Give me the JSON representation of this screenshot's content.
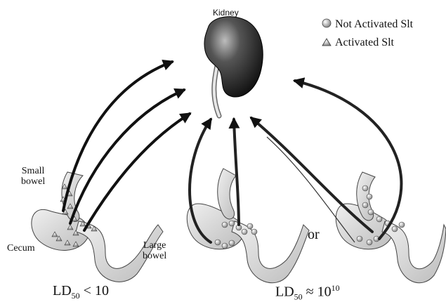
{
  "kidney_label": "Kidney",
  "legend": {
    "not_activated": "Not Activated Slt",
    "activated": "Activated Slt"
  },
  "organ_labels": {
    "small_bowel_line1": "Small",
    "small_bowel_line2": "bowel",
    "cecum": "Cecum",
    "large_bowel_line1": "Large",
    "large_bowel_line2": "bowel"
  },
  "or_text": "or",
  "ld_left": {
    "prefix": "LD",
    "sub": "50",
    "rel": " < 10",
    "sup": ""
  },
  "ld_right": {
    "prefix": "LD",
    "sub": "50",
    "rel": " ≈ 10",
    "sup": "10"
  },
  "colors": {
    "ink": "#111111",
    "gut": "#d9d9d9",
    "kidney": "#3a3a3a"
  },
  "icons": {
    "not_activated_symbol": "sphere",
    "activated_symbol": "triangle"
  }
}
